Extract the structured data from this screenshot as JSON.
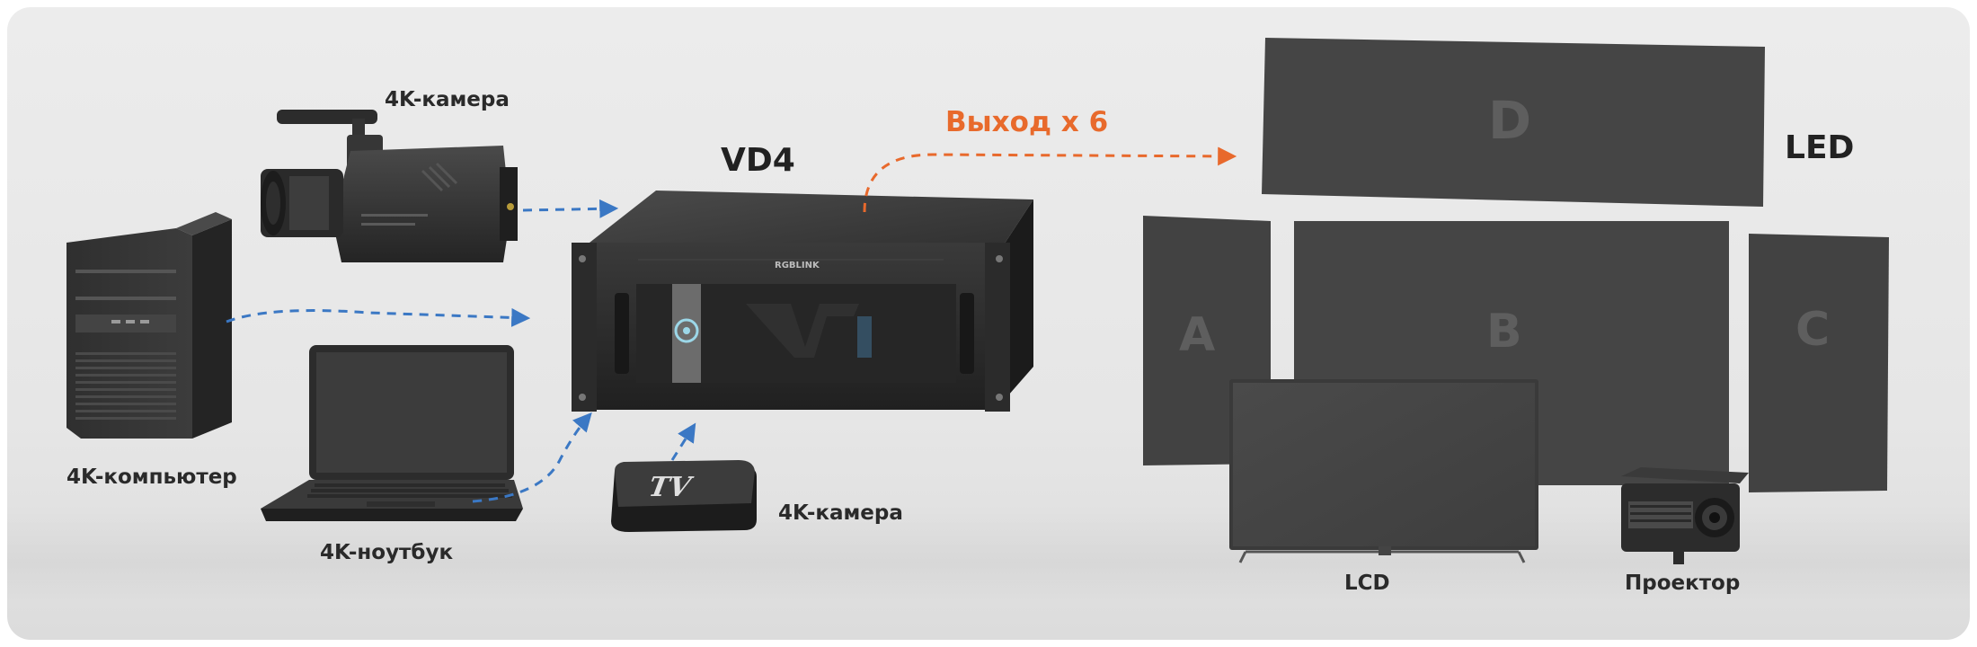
{
  "labels": {
    "camera_top": "4K-камера",
    "computer": "4K-компьютер",
    "laptop": "4K-ноутбук",
    "camera_bottom": "4K-камера",
    "processor": "VD4",
    "output": "Выход x 6",
    "led": "LED",
    "lcd": "LCD",
    "projector": "Проектор"
  },
  "panels": {
    "a": "A",
    "b": "B",
    "c": "C",
    "d": "D"
  },
  "devices": {
    "processor_brand": "RGBLINK",
    "tv_box_mark": "TV"
  },
  "colors": {
    "input_arrow": "#3b78c4",
    "output_arrow": "#e8692c",
    "screen_panel": "#454545",
    "label": "#2a2a2a"
  }
}
